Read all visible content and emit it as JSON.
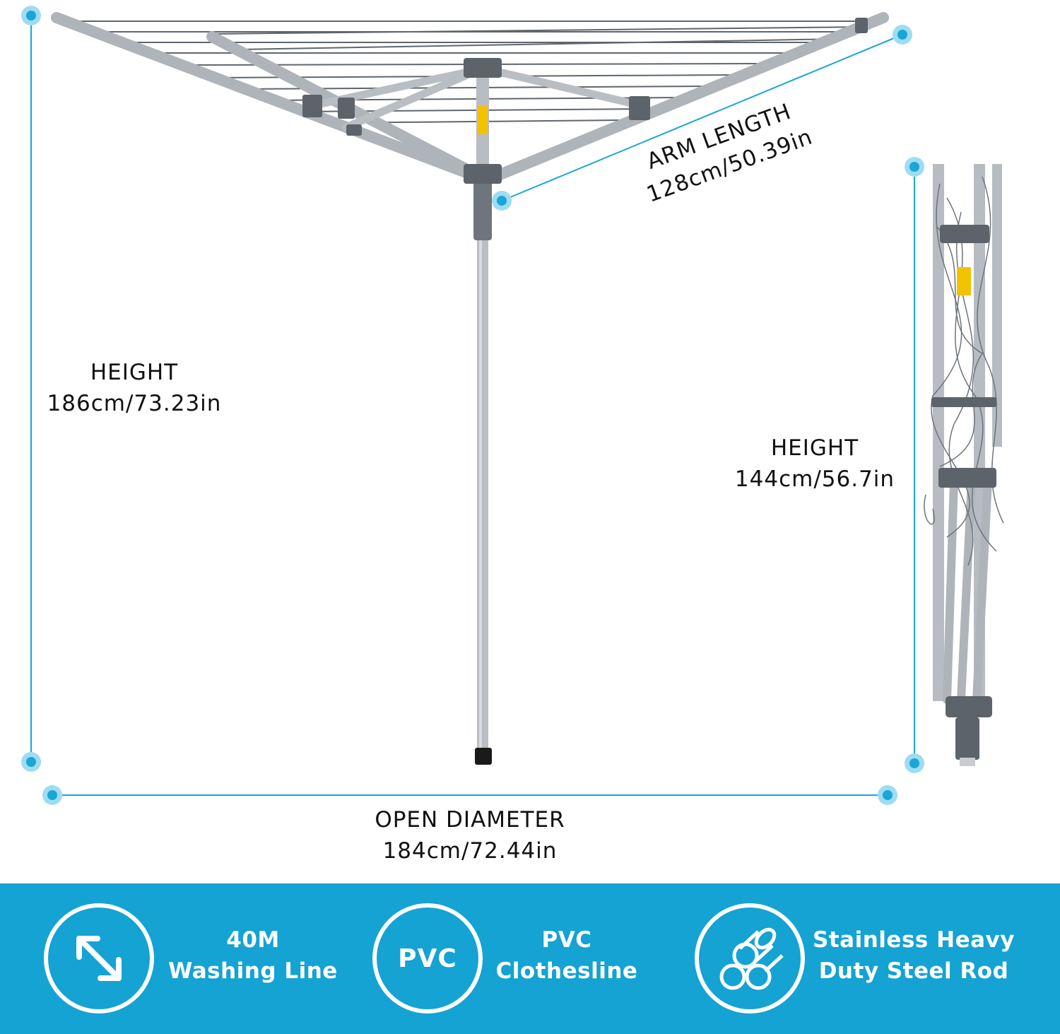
{
  "dimensions": {
    "height_open": {
      "title": "HEIGHT",
      "value": "186cm/73.23in"
    },
    "arm_length": {
      "title": "ARM LENGTH",
      "value": "128cm/50.39in"
    },
    "height_folded": {
      "title": "HEIGHT",
      "value": "144cm/56.7in"
    },
    "open_diameter": {
      "title": "OPEN DIAMETER",
      "value": "184cm/72.44in"
    }
  },
  "features": [
    {
      "icon": "diagonal-arrow-icon",
      "line1": "40M",
      "line2": "Washing Line"
    },
    {
      "icon": "pvc-badge-icon",
      "badge": "PVC",
      "line1": "PVC",
      "line2": "Clothesline"
    },
    {
      "icon": "steel-rods-icon",
      "line1": "Stainless Heavy",
      "line2": "Duty Steel Rod"
    }
  ],
  "colors": {
    "banner": "#14a3d3",
    "measure_line": "#1ba6d6",
    "metal": "#b7bcc2",
    "accent_yellow": "#f2c200"
  }
}
